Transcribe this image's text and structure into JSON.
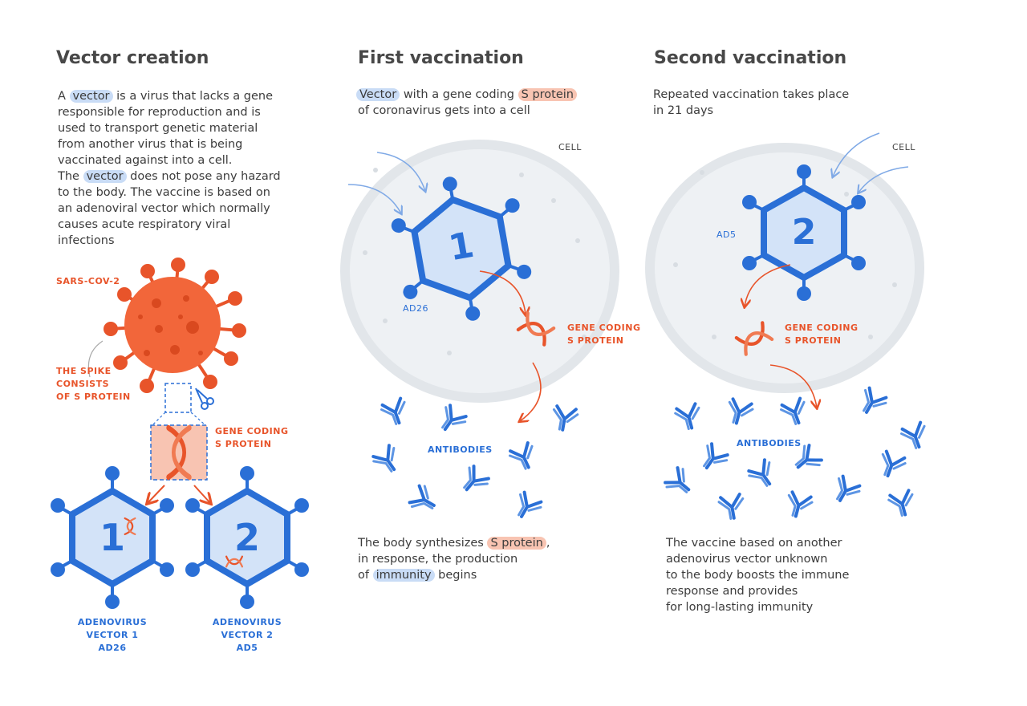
{
  "colors": {
    "blue": "#2a6fd6",
    "light_blue": "#c9dcf6",
    "orange": "#e8542a",
    "light_orange": "#f8c4b2",
    "cell": "#eef1f4"
  },
  "vector_creation": {
    "title": "Vector creation",
    "intro": {
      "line1": {
        "pre": "A ",
        "hl": "vector",
        "post": " is a virus that lacks a gene"
      },
      "line2": "responsible for reproduction and is",
      "line3": "used to transport genetic material",
      "line4": "from another virus that is being",
      "line5": "vaccinated against into a cell.",
      "line6": {
        "pre": "The ",
        "hl": "vector",
        "post": " does not pose any hazard"
      },
      "line7": "to the body. The vaccine is based on",
      "line8": "an adenoviral vector which normally",
      "line9": "causes acute respiratory viral",
      "line10": "infections"
    },
    "sars_label": "SARS-COV-2",
    "spike_label": {
      "line1": "THE SPIKE",
      "line2": "CONSISTS",
      "line3": "OF S PROTEIN"
    },
    "gene_label": {
      "line1": "GENE CODING",
      "line2": "S PROTEIN"
    },
    "vector1": {
      "number": "1",
      "line1": "ADENOVIRUS",
      "line2": "VECTOR 1",
      "line3": "AD26"
    },
    "vector2": {
      "number": "2",
      "line1": "ADENOVIRUS",
      "line2": "VECTOR 2",
      "line3": "AD5"
    }
  },
  "first_vaccination": {
    "title": "First vaccination",
    "intro": {
      "line1": {
        "hl1": "Vector",
        "mid": " with a gene coding ",
        "hl2": "S protein"
      },
      "line2": "of coronavirus gets into a cell"
    },
    "cell_label": "CELL",
    "virus_number": "1",
    "virus_label": "AD26",
    "gene_label": {
      "line1": "GENE CODING",
      "line2": "S PROTEIN"
    },
    "antibodies_label": "ANTIBODIES",
    "outro": {
      "line1": {
        "pre": "The body synthesizes ",
        "hl": "S protein",
        "post": ","
      },
      "line2": "in response, the production",
      "line3": {
        "pre": "of ",
        "hl": "immunity",
        "post": " begins"
      }
    }
  },
  "second_vaccination": {
    "title": "Second vaccination",
    "intro": {
      "line1": "Repeated vaccination takes place",
      "line2": "in 21 days"
    },
    "cell_label": "CELL",
    "virus_number": "2",
    "virus_label": "AD5",
    "gene_label": {
      "line1": "GENE CODING",
      "line2": "S PROTEIN"
    },
    "antibodies_label": "ANTIBODIES",
    "outro": {
      "line1": "The vaccine based on another",
      "line2": "adenovirus vector unknown",
      "line3": "to the body boosts the immune",
      "line4": "response and provides",
      "line5": "for long-lasting immunity"
    }
  }
}
